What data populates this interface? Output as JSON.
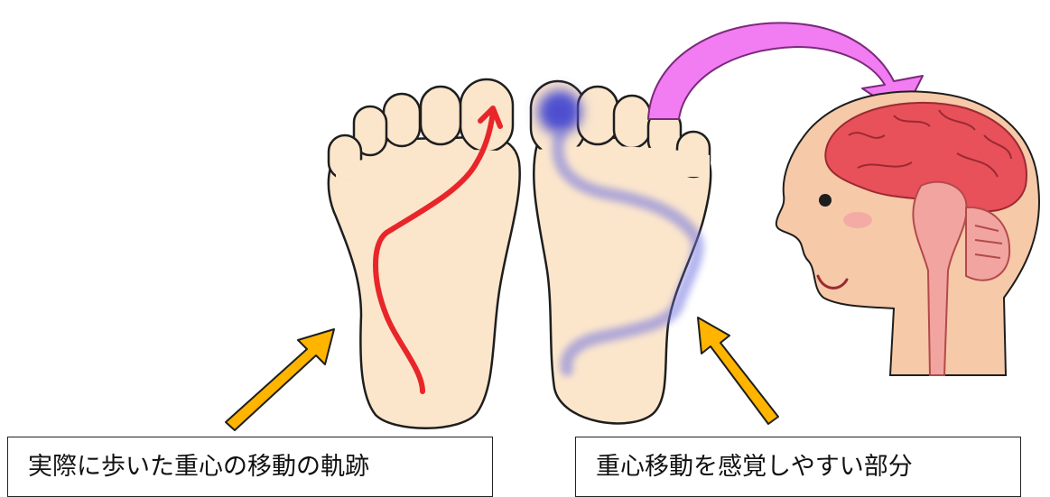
{
  "captions": {
    "left": "実際に歩いた重心の移動の軌跡",
    "right": "重心移動を感覚しやすい部分"
  },
  "colors": {
    "skin": "#fbe6cc",
    "outline": "#1e1e1e",
    "trajectory_line": "#e8262a",
    "sensation_area": "#6c6fd8",
    "yellow_arrow": "#ffb400",
    "magenta_arrow": "#f27cf2",
    "brain": "#e8505a",
    "face": "#f6c9a8"
  },
  "icons": [
    "left-foot-sole",
    "right-foot-sole",
    "trajectory-arrow",
    "sensation-highlight",
    "yellow-pointer-arrow",
    "magenta-curved-arrow",
    "head-with-brain"
  ]
}
